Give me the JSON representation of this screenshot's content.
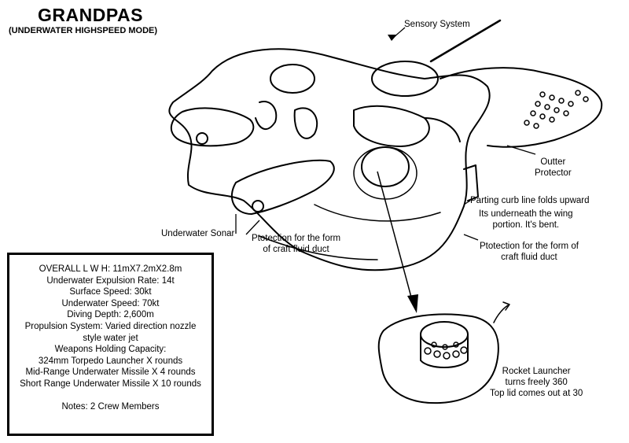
{
  "header": {
    "title": "GRANDPAS",
    "subtitle": "(UNDERWATER HIGHSPEED MODE)"
  },
  "callouts": {
    "sensory_system": "Sensory System",
    "outter_protector": [
      "Outter",
      "Protector"
    ],
    "parting_curb": "Parting curb line folds upward",
    "underneath": [
      "Its underneath the wing",
      "portion. It's bent."
    ],
    "underwater_sonar": "Underwater Sonar",
    "protection_left": [
      "Ptotection for the form",
      "of craft fluid duct"
    ],
    "protection_right": [
      "Ptotection for the form of",
      "craft fluid duct"
    ],
    "rocket_launcher": [
      "Rocket Launcher",
      "turns freely 360",
      "Top lid comes out at 30"
    ]
  },
  "specs": {
    "lines": [
      "OVERALL L W H: 11mX7.2mX2.8m",
      "Underwater Expulsion Rate: 14t",
      "Surface Speed: 30kt",
      "Underwater Speed: 70kt",
      "Diving Depth: 2,600m",
      "Propulsion System: Varied direction nozzle",
      "style water jet",
      "Weapons Holding Capacity:",
      "324mm Torpedo Launcher X rounds",
      "Mid-Range Underwater Missile X 4 rounds",
      "Short Range Underwater Missile X 10 rounds"
    ],
    "notes": "Notes: 2 Crew Members"
  }
}
